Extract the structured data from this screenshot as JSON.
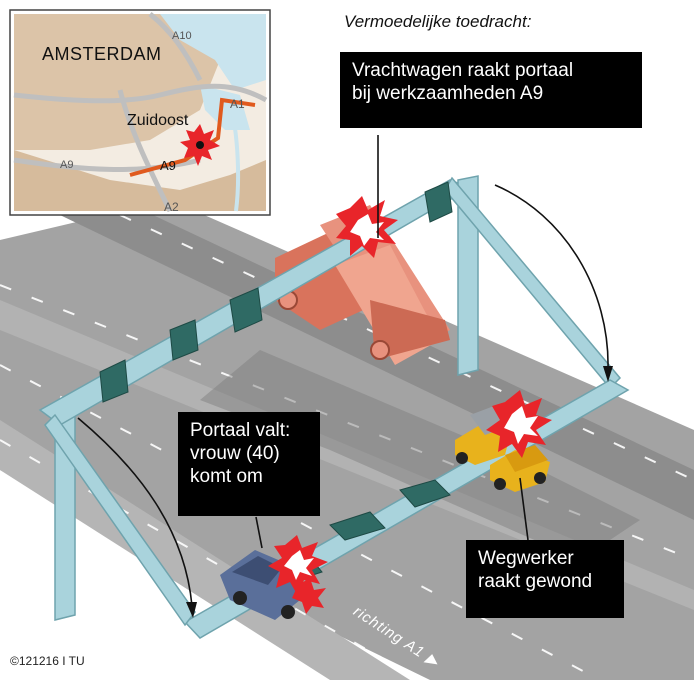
{
  "caption": "Vermoedelijke toedracht:",
  "callouts": {
    "truck_hits": [
      "Vrachtwagen raakt portaal",
      "bij werkzaamheden A9"
    ],
    "portal_falls": [
      "Portaal valt:",
      "vrouw (40)",
      "komt om"
    ],
    "worker": [
      "Wegwerker",
      "raakt gewond"
    ]
  },
  "map": {
    "city": "AMSTERDAM",
    "district": "Zuidoost",
    "roads": [
      "A10",
      "A1",
      "A9",
      "A9",
      "A2"
    ]
  },
  "direction": "richting A1",
  "credit": "©121216 I TU",
  "colors": {
    "gantry": "#a9d3dc",
    "truck": "#e0806a",
    "crash": "#e8252a",
    "road": "#9b9b9b",
    "map_land": "#dcc4a8",
    "map_water": "#c9e4ee"
  }
}
